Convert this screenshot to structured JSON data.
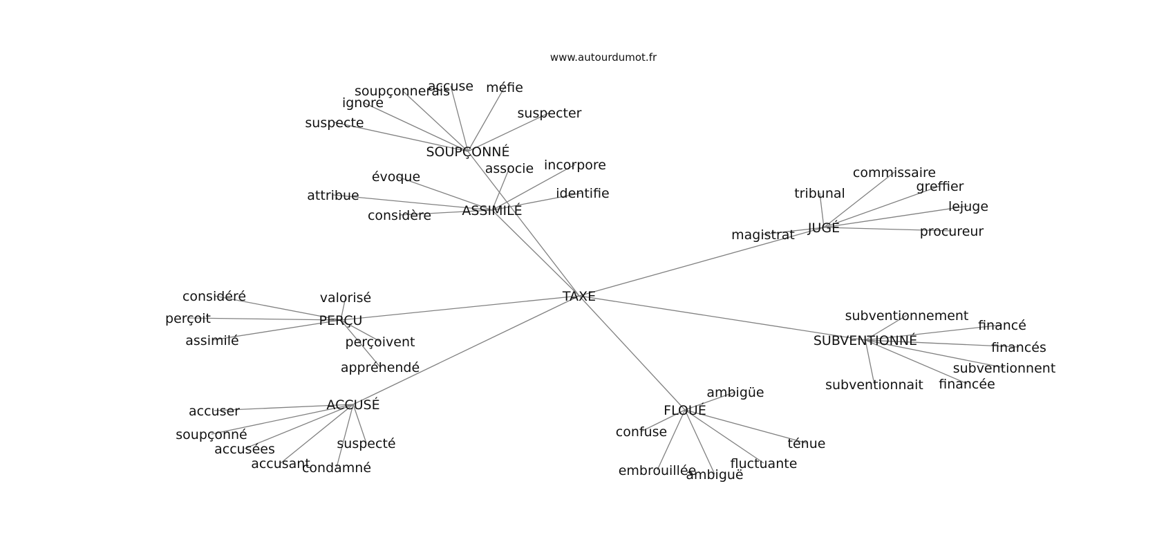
{
  "source_text": "www.autourdumot.fr",
  "center": "TAXE",
  "hubs": [
    {
      "label": "SOUPÇONNÉ",
      "leaves": [
        "accuse",
        "méfie",
        "soupçonnerais",
        "ignore",
        "suspecter",
        "suspecte"
      ]
    },
    {
      "label": "ASSIMILÉ",
      "leaves": [
        "associe",
        "incorpore",
        "évoque",
        "identifie",
        "attribue",
        "considère"
      ]
    },
    {
      "label": "JUGÉ",
      "leaves": [
        "commissaire",
        "tribunal",
        "greffier",
        "lejuge",
        "magistrat",
        "procureur"
      ]
    },
    {
      "label": "PERÇU",
      "leaves": [
        "considéré",
        "valorisé",
        "perçoit",
        "assimilé",
        "perçoivent",
        "appréhendé"
      ]
    },
    {
      "label": "SUBVENTIONNÉ",
      "leaves": [
        "subventionnement",
        "financé",
        "financés",
        "subventionnent",
        "subventionnait",
        "financée"
      ]
    },
    {
      "label": "ACCUSÉ",
      "leaves": [
        "accuser",
        "soupçonné",
        "accusées",
        "accusant",
        "suspecté",
        "condamné"
      ]
    },
    {
      "label": "FLOUÉ",
      "leaves": [
        "ambigüe",
        "confuse",
        "ténue",
        "fluctuante",
        "embrouillée",
        "ambiguë"
      ]
    }
  ]
}
